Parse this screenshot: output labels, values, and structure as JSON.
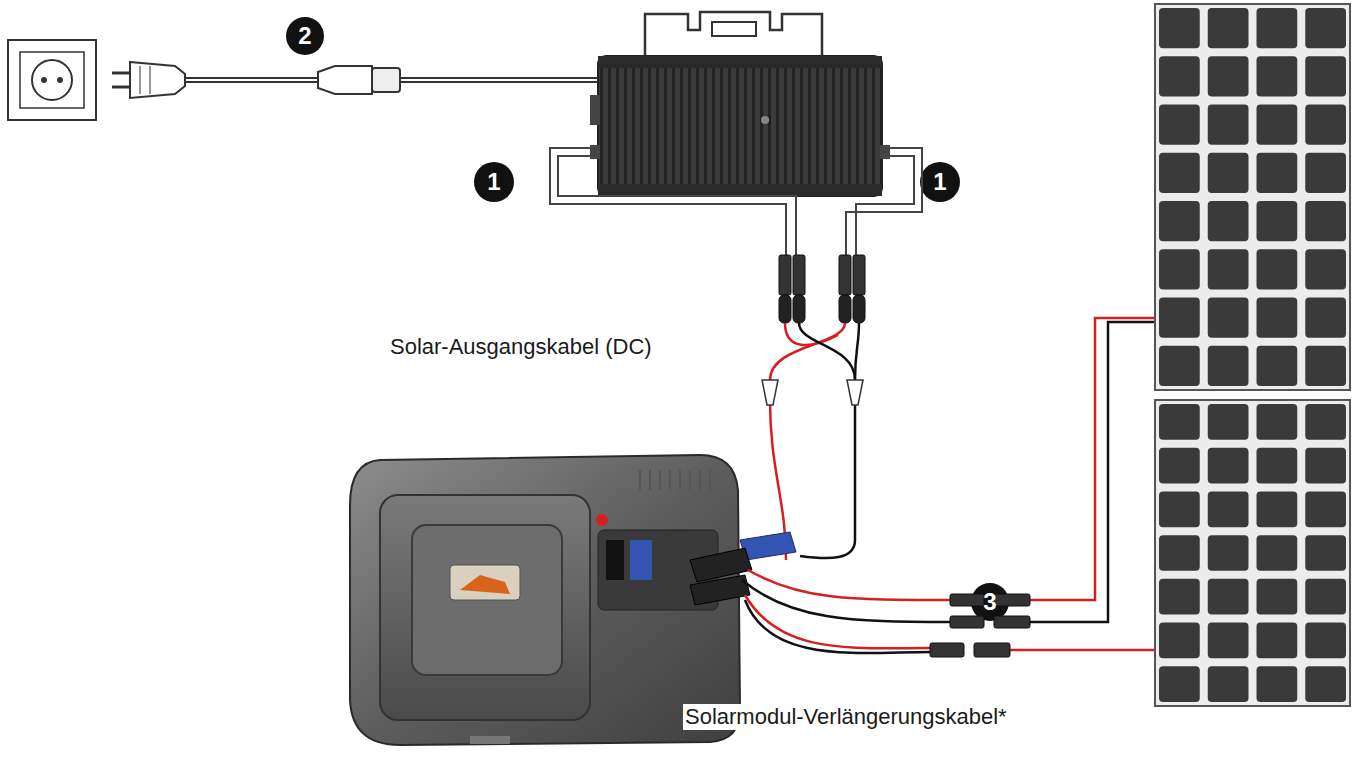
{
  "diagram": {
    "labels": [
      "2",
      "1",
      "1",
      "Solar-Ausgangskabel (DC)",
      "3",
      "Solarmodul-Verlängerungskabel*"
    ]
  }
}
